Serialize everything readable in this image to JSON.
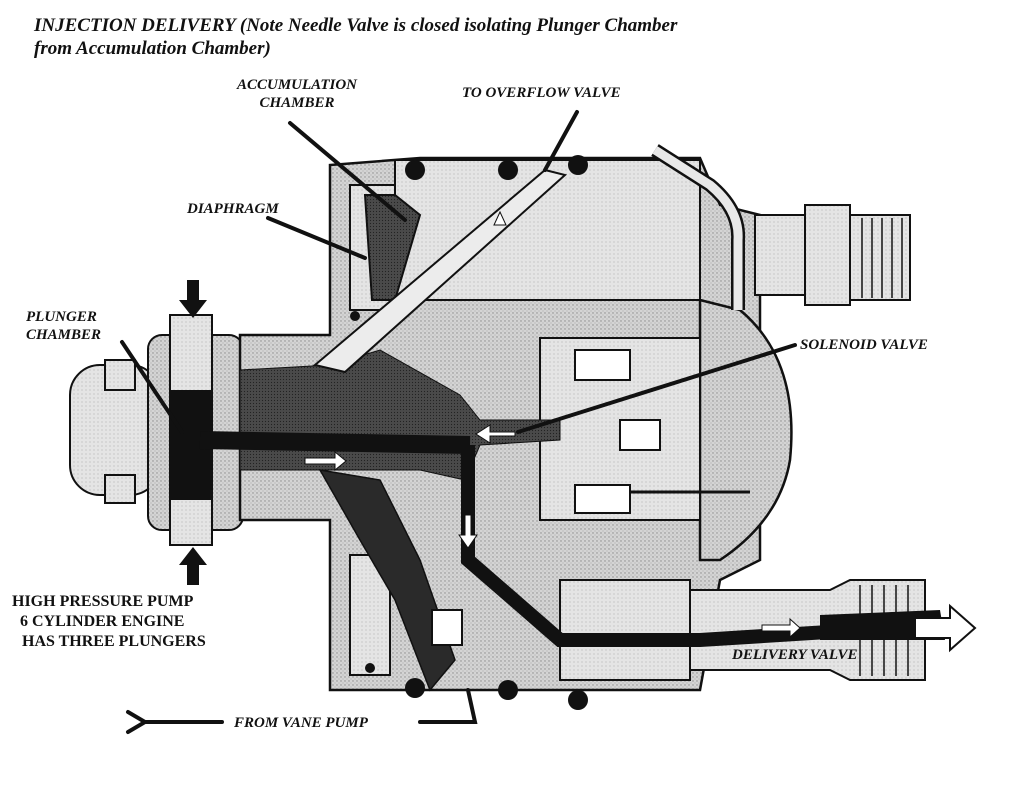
{
  "title": {
    "line1": "INJECTION DELIVERY (Note Needle Valve is closed isolating Plunger Chamber",
    "line2": "from Accumulation Chamber)"
  },
  "labels": {
    "accumulation_chamber": [
      "ACCUMULATION",
      "CHAMBER"
    ],
    "to_overflow_valve": "TO OVERFLOW VALVE",
    "diaphragm": "DIAPHRAGM",
    "plunger_chamber": [
      "PLUNGER",
      "CHAMBER"
    ],
    "solenoid_valve": "SOLENOID VALVE",
    "high_pressure_pump": [
      "HIGH PRESSURE PUMP",
      "6 CYLINDER ENGINE",
      "HAS THREE PLUNGERS"
    ],
    "delivery_valve": "DELIVERY VALVE",
    "from_vane_pump": "FROM VANE PUMP"
  },
  "colors": {
    "body_fill": "#c8c8c8",
    "fuel_dark": "#1a1a1a",
    "outline": "#111111",
    "background": "#ffffff"
  }
}
